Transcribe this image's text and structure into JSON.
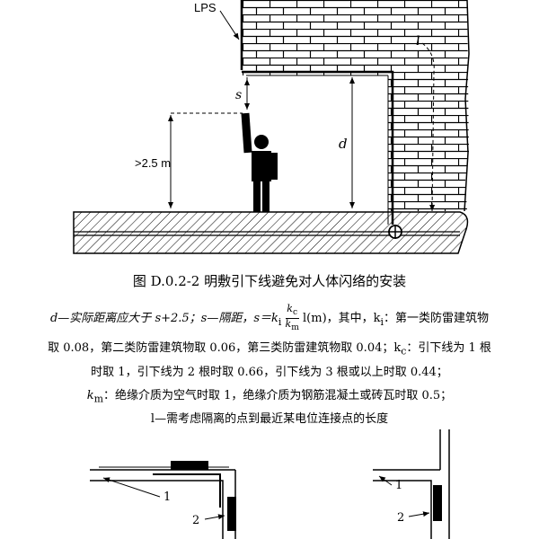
{
  "diagram": {
    "label_lps": "LPS",
    "label_l": "l",
    "label_s": "s",
    "label_d": "d",
    "label_height": ">2.5 m",
    "figure_caption": "图 D.0.2-2   明敷引下线避免对人体闪络的安装",
    "note_line1_a": "d—实际距离应大于 s+2.5；s—隔距，s＝k",
    "note_line1_b": "i",
    "note_line1_frac_num": "k",
    "note_line1_frac_num_sub": "c",
    "note_line1_frac_den": "k",
    "note_line1_frac_den_sub": "m",
    "note_line1_c": "l(m)，其中，k",
    "note_line1_d": "i",
    "note_line1_e": "：第一类防雷建筑物",
    "note_line2": "取 0.08，第二类防雷建筑物取 0.06，第三类防雷建筑物取 0.04；k",
    "note_line2_sub": "c",
    "note_line2_tail": "：引下线为 1 根",
    "note_line3": "时取 1，引下线为 2 根时取 0.66，引下线为 3 根或以上时取 0.44；",
    "note_line4_a": "k",
    "note_line4_sub": "m",
    "note_line4_b": "：绝缘介质为空气时取 1，绝缘介质为钢筋混凝土或砖瓦时取 0.5；",
    "note_line5": "l—需考虑隔离的点到最近某电位连接点的长度",
    "detail_label_1a": "1",
    "detail_label_2a": "2",
    "detail_label_1b": "1",
    "detail_label_2b": "2"
  }
}
